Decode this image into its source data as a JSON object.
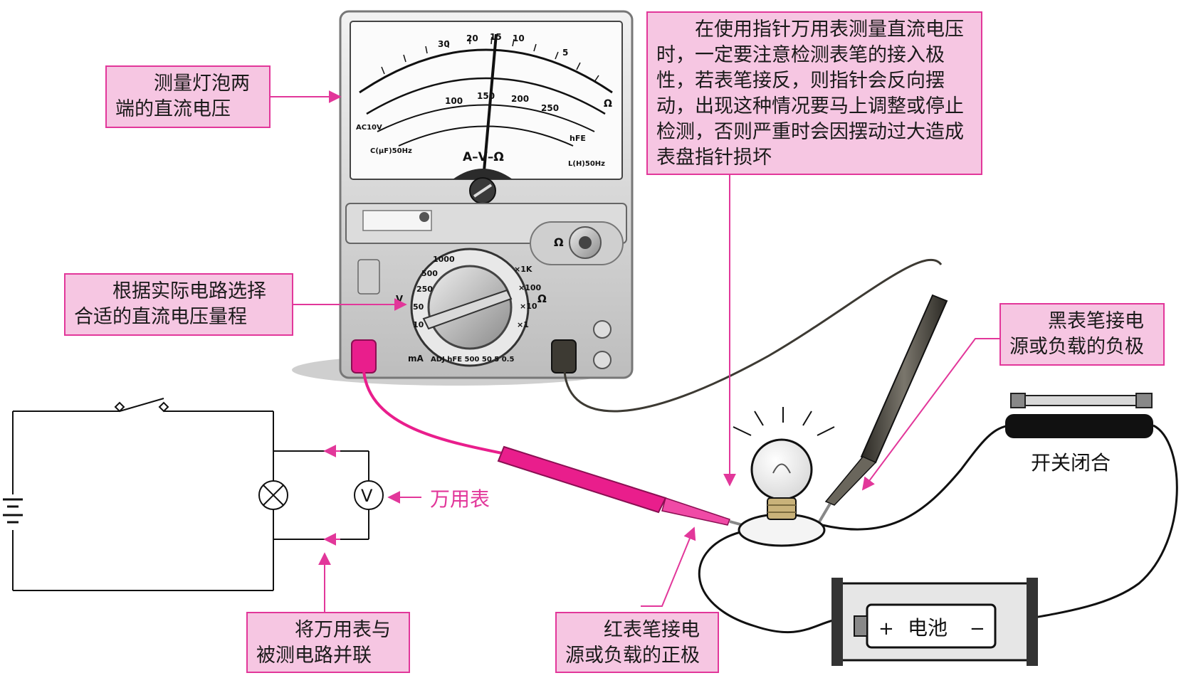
{
  "annotations": {
    "measure_dc": "测量灯泡两端的直流电压",
    "select_range": "根据实际电路选择合适的直流电压量程",
    "polarity_note": "在使用指针万用表测量直流电压时，一定要注意检测表笔的接入极性，若表笔接反，则指针会反向摆动，出现这种情况要马上调整或停止检测，否则严重时会因摆动过大造成表盘指针损坏",
    "black_probe": "黑表笔接电源或负载的负极",
    "red_probe": "红表笔接电源或负载的正极",
    "parallel": "将万用表与被测电路并联",
    "multimeter": "万用表",
    "switch_closed": "开关闭合",
    "battery": "电池",
    "battery_plus": "+",
    "battery_minus": "−"
  },
  "meter": {
    "scale_label": "A–V–Ω",
    "ac10v": "AC10V",
    "cuf": "C(μF)50Hz",
    "lh": "L(H)50Hz",
    "hfe": "hFE",
    "ohm_symbol": "Ω",
    "v_symbol": "V",
    "ma_label": "mA",
    "top_scale": [
      "30",
      "20",
      "15",
      "10",
      "5"
    ],
    "mid_scale": [
      "100",
      "150",
      "200",
      "250"
    ],
    "dial_v": [
      "10",
      "50",
      "250",
      "500",
      "1000"
    ],
    "dial_ohm": [
      "×1K",
      "×100",
      "×10",
      "×1"
    ],
    "dial_bottom": "ADJ hFE 500 50 5 0.5"
  },
  "colors": {
    "accent": "#e2379a",
    "label_fill": "#f6c6e2",
    "probe_red": "#e91e8c",
    "probe_black": "#3d3a33"
  },
  "icons": {
    "lamp": "lamp-icon",
    "voltmeter": "voltmeter-icon",
    "battery": "battery-icon",
    "switch": "switch-icon"
  }
}
